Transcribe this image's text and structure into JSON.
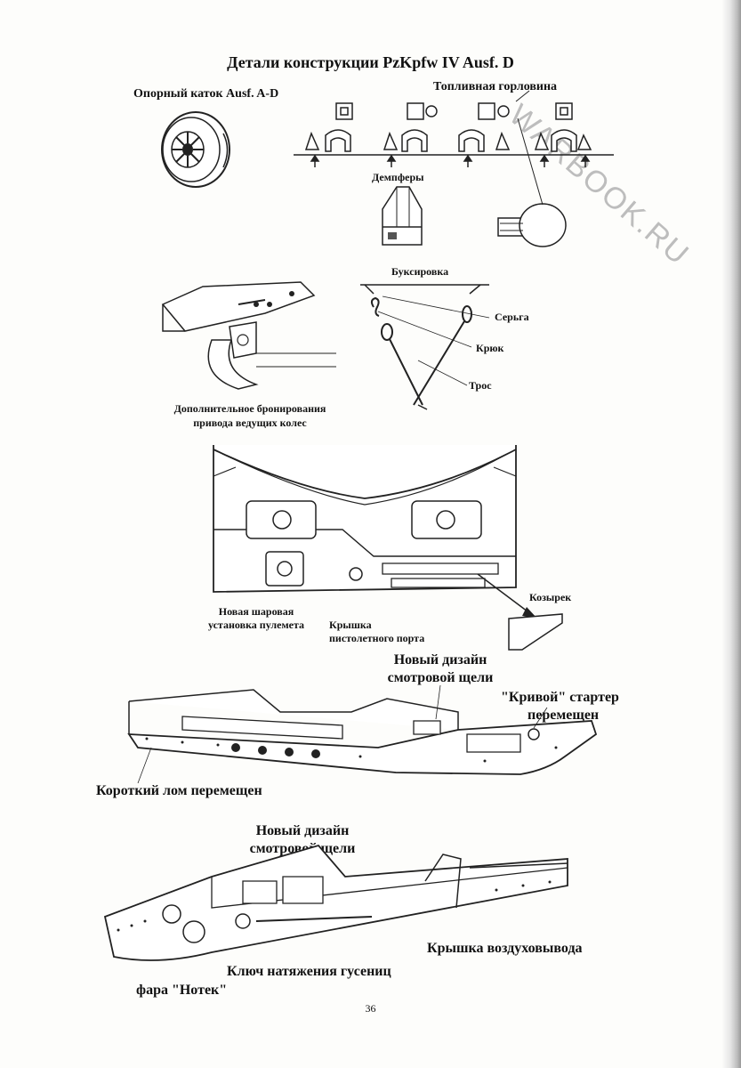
{
  "page": {
    "title": "Детали конструкции PzKpfw IV Ausf. D",
    "watermark": "WARBOOK.RU",
    "page_number": "36"
  },
  "labels": {
    "road_wheel": "Опорный каток Ausf. A-D",
    "fuel_filler": "Топливная горловина",
    "dampers": "Демпферы",
    "towing": "Буксировка",
    "shackle": "Серьга",
    "hook": "Крюк",
    "cable": "Трос",
    "extra_armor_line1": "Дополнительное бронирования",
    "extra_armor_line2": "привода ведущих колес",
    "ball_mount_line1": "Новая шаровая",
    "ball_mount_line2": "установка пулемета",
    "pistol_port_line1": "Крышка",
    "pistol_port_line2": "пистолетного порта",
    "visor": "Козырек",
    "vision_slit_1_line1": "Новый дизайн",
    "vision_slit_1_line2": "смотровой щели",
    "starter_line1": "\"Кривой\" стартер",
    "starter_line2": "перемещен",
    "crowbar": "Короткий лом перемещен",
    "vision_slit_2_line1": "Новый дизайн",
    "vision_slit_2_line2": "смотровой щели",
    "air_vent_cover": "Крышка воздуховывода",
    "track_wrench": "Ключ натяжения гусениц",
    "notek_light": "фара \"Нотек\""
  }
}
